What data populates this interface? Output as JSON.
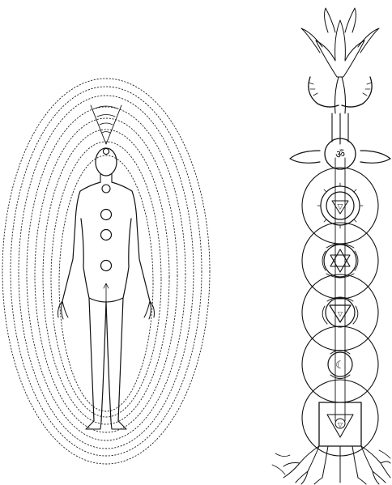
{
  "illustration": {
    "left_panel": {
      "subject": "human-figure-with-aura",
      "marked_points": 4
    },
    "right_panel": {
      "subject": "vertical-chakra-column",
      "symbols": [
        "ॐ",
        "▽",
        "✡",
        "▽",
        "☾",
        "▽"
      ]
    }
  }
}
